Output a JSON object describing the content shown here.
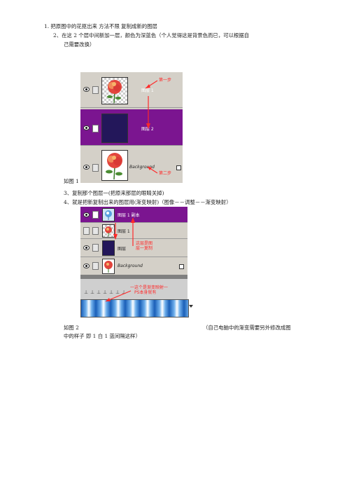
{
  "lines": {
    "l1": "1.   把原图中的花抠出来  方法不限  复制成新的图层",
    "l2a": "2、在这  2 个层中间新加一层，颜色为深蓝色（个人觉得这是背景色而已，可以根据自",
    "l2b": "己需要改换）",
    "fig1": "如图 1",
    "l3": "3、复制那个图层一(把原来那层的眼睛关掉)",
    "l4": "4、就是把新复制出来的图层用(渐变映射)（图像－－调整－－渐变映射）",
    "fig2": "如图 2",
    "note_a": "（自己电脑中的渐变需要另外修改成图",
    "note_b": "中的样子  即 1 白 1 蓝间隔这样）"
  },
  "fig1": {
    "layers": [
      {
        "name": "图层 1"
      },
      {
        "name": "图层 2"
      },
      {
        "name": "Background"
      }
    ],
    "annotations": {
      "step1": "第一步",
      "step2": "第二步"
    }
  },
  "fig2": {
    "layers": [
      {
        "name": "图层 1 副本"
      },
      {
        "name": "图层 1"
      },
      {
        "name": "图层"
      },
      {
        "name": "Background"
      }
    ],
    "annotations": {
      "copied_a": "这层是图",
      "copied_b": "层一复制",
      "gradient_a": "一这个是渐变映射一",
      "gradient_b": "PS本身就有"
    }
  }
}
